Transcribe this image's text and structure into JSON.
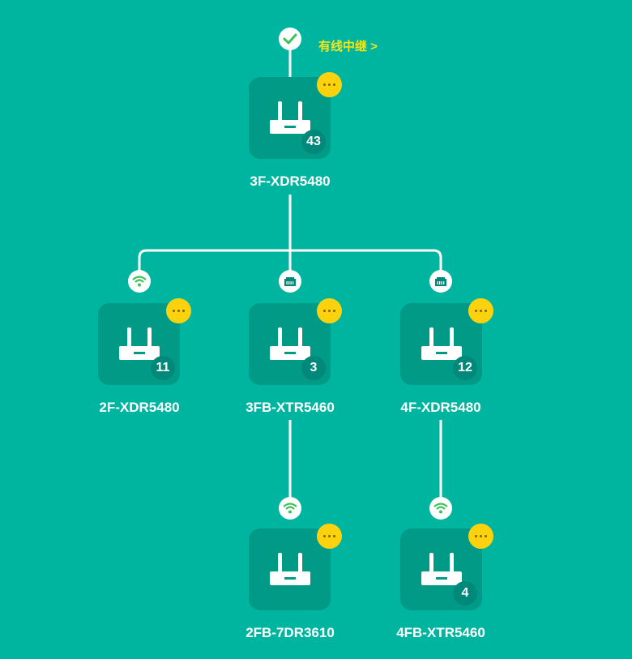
{
  "top": {
    "status": "connected-check-icon",
    "partial_label": "",
    "mode_link": "有线中继 >"
  },
  "colors": {
    "background": "#00b5a0",
    "tile": "#009a86",
    "more": "#fcd20f",
    "link": "#f2e51a",
    "wifi": "#3cc25a"
  },
  "devices": [
    {
      "id": "root",
      "name": "3F-XDR5480",
      "count": "43"
    },
    {
      "id": "2f",
      "name": "2F-XDR5480",
      "count": "11",
      "connection": "wifi-icon"
    },
    {
      "id": "3fb",
      "name": "3FB-XTR5460",
      "count": "3",
      "connection": "ethernet-icon"
    },
    {
      "id": "4f",
      "name": "4F-XDR5480",
      "count": "12",
      "connection": "ethernet-icon"
    },
    {
      "id": "2fb",
      "name": "2FB-7DR3610",
      "count": "",
      "connection": "wifi-icon"
    },
    {
      "id": "4fb",
      "name": "4FB-XTR5460",
      "count": "4",
      "connection": "wifi-icon"
    }
  ]
}
